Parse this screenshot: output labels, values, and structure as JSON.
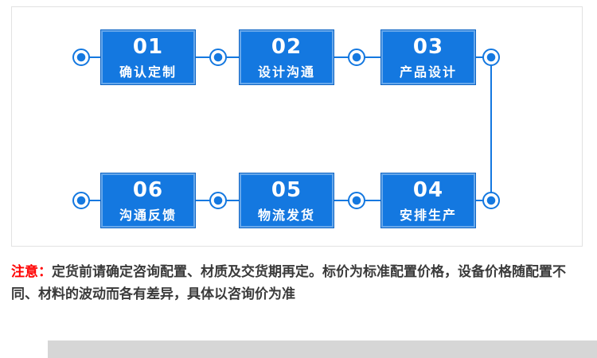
{
  "flow": {
    "steps": [
      {
        "number": "01",
        "label": "确认定制"
      },
      {
        "number": "02",
        "label": "设计沟通"
      },
      {
        "number": "03",
        "label": "产品设计"
      },
      {
        "number": "04",
        "label": "安排生产"
      },
      {
        "number": "05",
        "label": "物流发货"
      },
      {
        "number": "06",
        "label": "沟通反馈"
      }
    ]
  },
  "notice": {
    "prefix": "注意：",
    "text": "定货前请确定咨询配置、材质及交货期再定。标价为标准配置价格，设备价格随配置不同、材料的波动而各有差异，具体以咨询价为准"
  },
  "colors": {
    "accent": "#1478e0",
    "notice_prefix": "#ff0000",
    "bottom_bar": "#d6d6d6"
  }
}
